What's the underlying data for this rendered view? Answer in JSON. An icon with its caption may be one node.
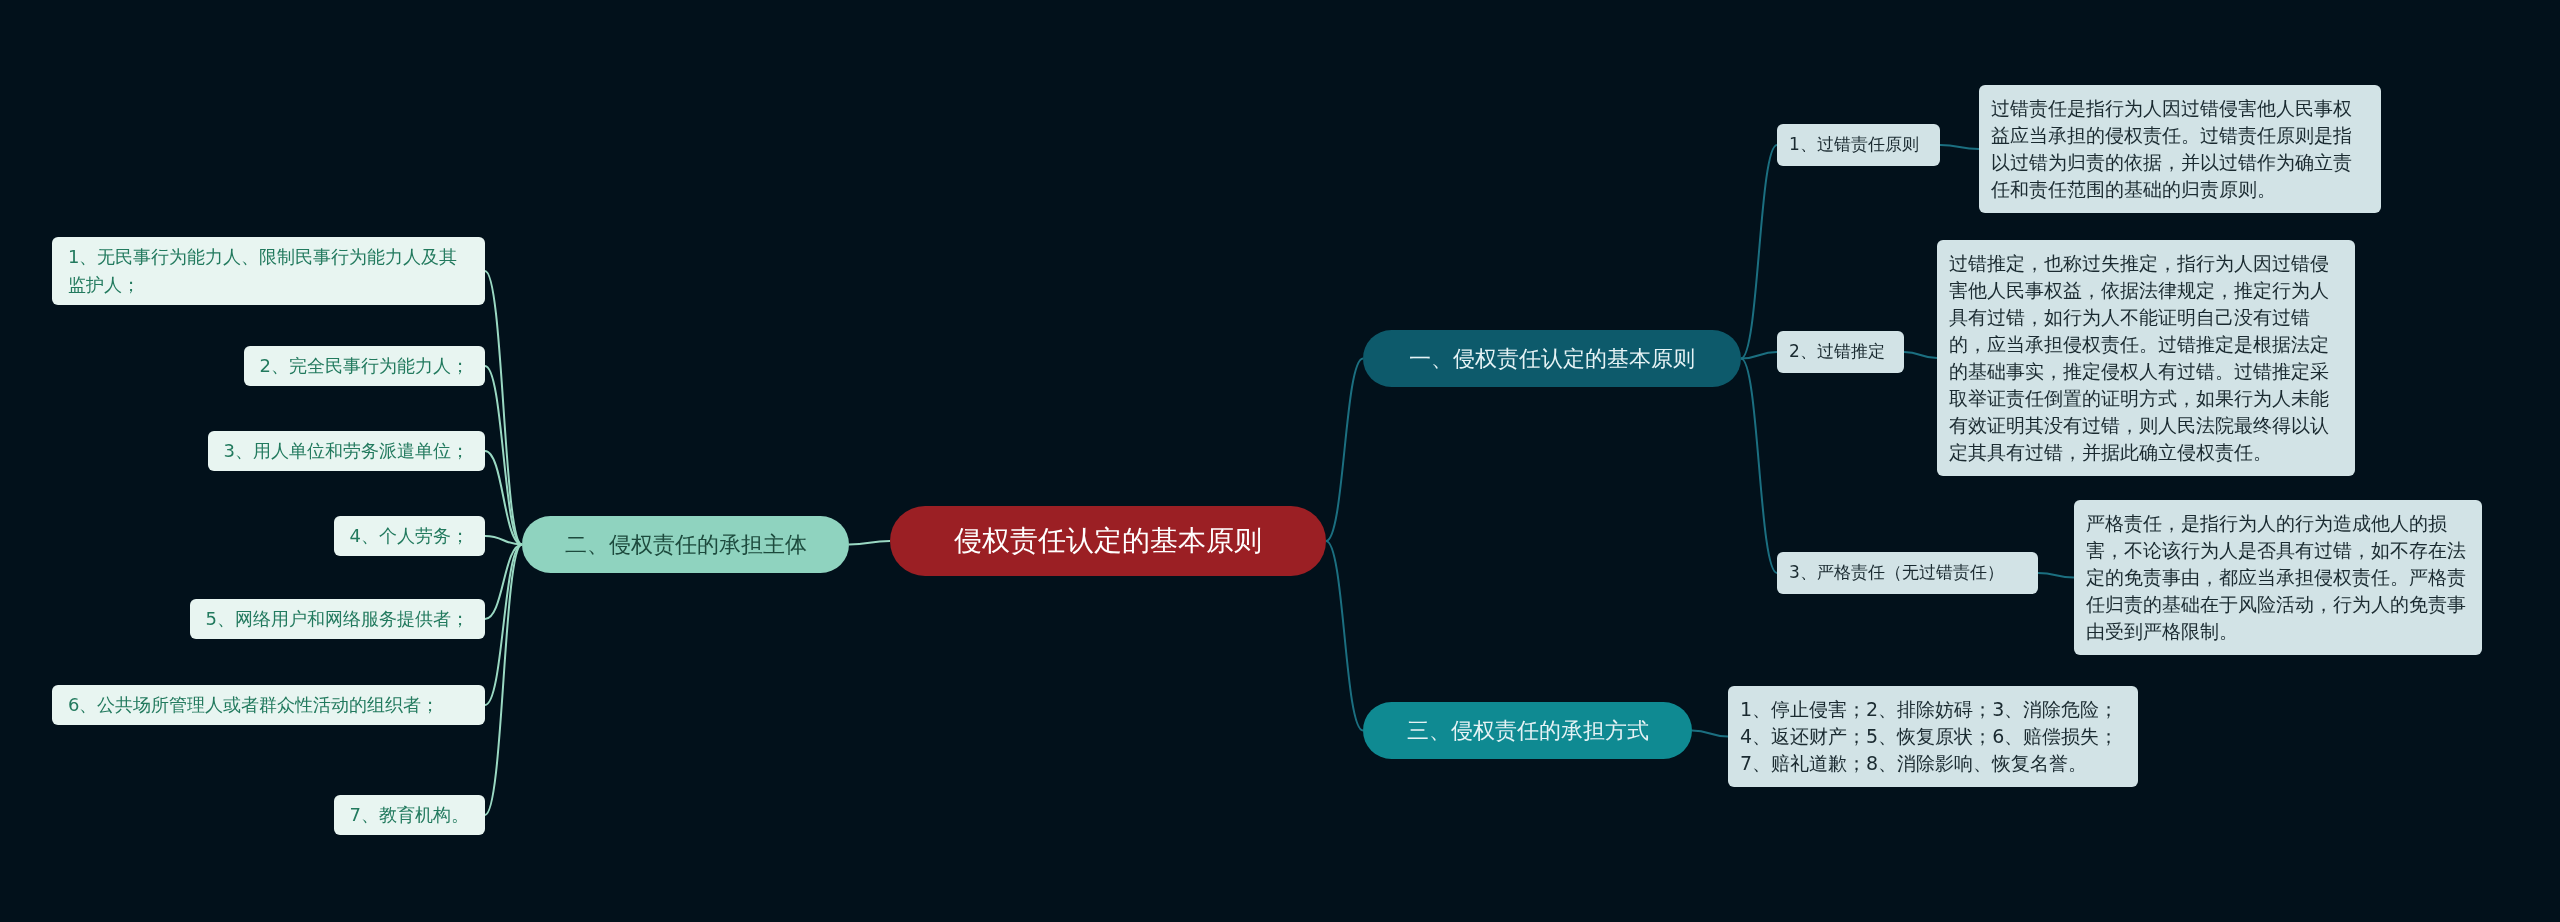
{
  "diagram": {
    "nodes": [
      {
        "text": [
          "侵权责任认定的基本原则"
        ]
      },
      {
        "text": [
          "一、侵权责任认定的基本原则"
        ]
      },
      {
        "text": [
          "1、过错责任原则"
        ]
      },
      {
        "text": [
          "过错责任是指行为人因过错侵害他人民事权益应当承担的侵权责任。过错责任原则是指以过错为归责的依据，并以过错作为确立责任和责任范围的基础的归责原则。"
        ]
      },
      {
        "text": [
          "2、过错推定"
        ]
      },
      {
        "text": [
          "过错推定，也称过失推定，指行为人因过错侵害他人民事权益，依据法律规定，推定行为人具有过错，如行为人不能证明自己没有过错的，应当承担侵权责任。过错推定是根据法定的基础事实，推定侵权人有过错。过错推定采取举证责任倒置的证明方式，如果行为人未能有效证明其没有过错，则人民法院最终得以认定其具有过错，并据此确立侵权责任。"
        ]
      },
      {
        "text": [
          "3、严格责任（无过错责任）"
        ]
      },
      {
        "text": [
          "严格责任，是指行为人的行为造成他人的损害，不论该行为人是否具有过错，如不存在法定的免责事由，都应当承担侵权责任。严格责任归责的基础在于风险活动，行为人的免责事由受到严格限制。"
        ]
      },
      {
        "text": [
          "二、侵权责任的承担主体"
        ]
      },
      {
        "text": [
          "1、无民事行为能力人、限制民事行为能力人及其监护人；"
        ]
      },
      {
        "text": [
          "2、完全民事行为能力人；"
        ]
      },
      {
        "text": [
          "3、用人单位和劳务派遣单位；"
        ]
      },
      {
        "text": [
          "4、个人劳务；"
        ]
      },
      {
        "text": [
          "5、网络用户和网络服务提供者；"
        ]
      },
      {
        "text": [
          "6、公共场所管理人或者群众性活动的组织者；"
        ]
      },
      {
        "text": [
          "7、教育机构。"
        ]
      },
      {
        "text": [
          "三、侵权责任的承担方式"
        ]
      },
      {
        "text": [
          "1、停止侵害；2、排除妨碍；3、消除危险；4、返还财产；5、恢复原状；6、赔偿损失；7、赔礼道歉；8、消除影响、恢复名誉。"
        ]
      }
    ],
    "edges": [
      {
        "from": 0,
        "to": 1,
        "arrow": "none"
      },
      {
        "from": 1,
        "to": 2,
        "arrow": "none"
      },
      {
        "from": 2,
        "to": 3,
        "arrow": "none"
      },
      {
        "from": 1,
        "to": 4,
        "arrow": "none"
      },
      {
        "from": 4,
        "to": 5,
        "arrow": "none"
      },
      {
        "from": 1,
        "to": 6,
        "arrow": "none"
      },
      {
        "from": 6,
        "to": 7,
        "arrow": "none"
      },
      {
        "from": 0,
        "to": 8,
        "arrow": "none",
        "color": "#9ad9c3"
      },
      {
        "from": 8,
        "to": 9,
        "arrow": "none",
        "color": "#9ad9c3"
      },
      {
        "from": 8,
        "to": 10,
        "arrow": "none",
        "color": "#9ad9c3"
      },
      {
        "from": 8,
        "to": 11,
        "arrow": "none",
        "color": "#9ad9c3"
      },
      {
        "from": 8,
        "to": 12,
        "arrow": "none",
        "color": "#9ad9c3"
      },
      {
        "from": 8,
        "to": 13,
        "arrow": "none",
        "color": "#9ad9c3"
      },
      {
        "from": 8,
        "to": 14,
        "arrow": "none",
        "color": "#9ad9c3"
      },
      {
        "from": 8,
        "to": 15,
        "arrow": "none",
        "color": "#9ad9c3"
      },
      {
        "from": 0,
        "to": 16,
        "arrow": "none"
      },
      {
        "from": 16,
        "to": 17,
        "arrow": "none"
      }
    ]
  }
}
